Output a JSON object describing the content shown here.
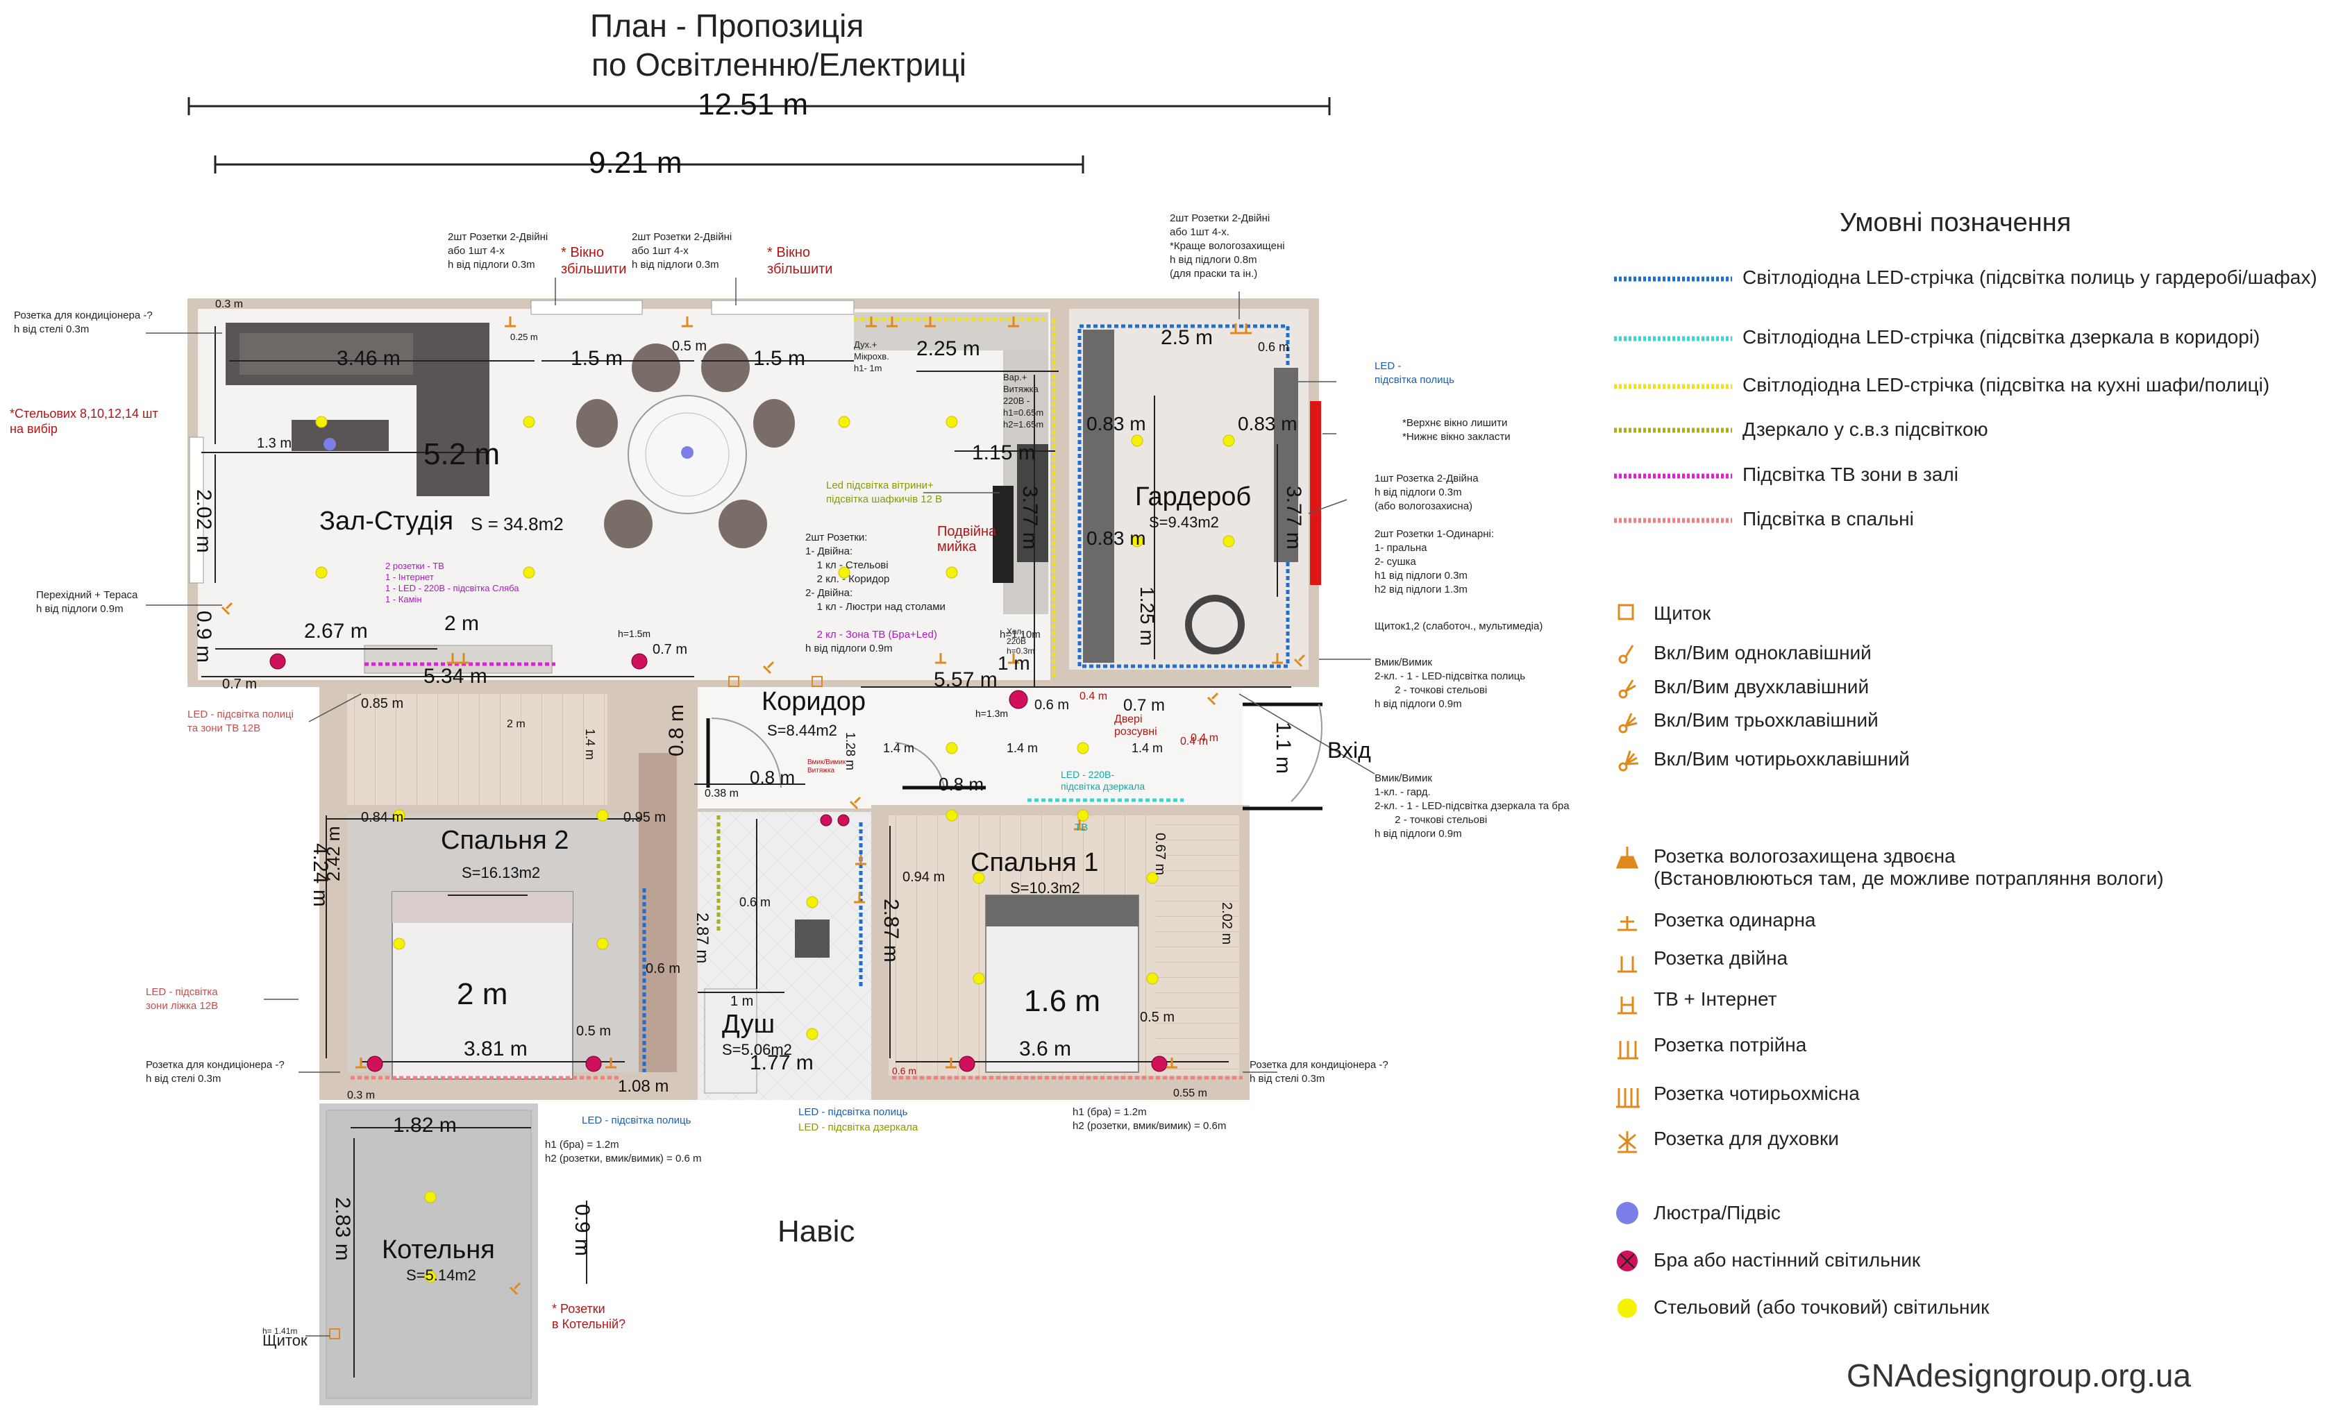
{
  "title": {
    "line1": "План - Пропозиція",
    "line2": "по Освітленню/Електриці"
  },
  "dims": {
    "overall": "12.51 m",
    "inner": "9.21 m",
    "d_346": "3.46 m",
    "d_15a": "1.5 m",
    "d_15b": "1.5 m",
    "d_225": "2.25 m",
    "d_25": "2.5 m",
    "d_52": "5.2 m",
    "d_13": "1.3 m",
    "d_202": "2.02 m",
    "d_09": "0.9 m",
    "d_267": "2.67 m",
    "d_2m": "2 m",
    "d_07a": "0.7 m",
    "d_07b": "0.7 m",
    "d_534": "5.34 m",
    "d_557": "5.57 m",
    "d_377a": "3.77 m",
    "d_115": "1.15 m",
    "d_083a": "0.83 m",
    "d_083b": "0.83 m",
    "d_083c": "0.83 m",
    "d_125": "1.25 m",
    "d_377b": "3.77 m",
    "d_1m": "1 m",
    "d_06": "0.6 m",
    "d_07c": "0.7 m",
    "d_08a": "0.8 m",
    "d_08b": "0.8 m",
    "d_08c": "0.8 m",
    "d_11": "1.1 m",
    "d_424": "4.24 m",
    "d_2m_bed": "2 m",
    "d_381": "3.81 m",
    "d_108": "1.08 m",
    "d_287a": "2.87 m",
    "d_287b": "2.87 m",
    "d_16": "1.6 m",
    "d_36": "3.6 m",
    "d_177": "1.77 m",
    "d_1m_b": "1 m",
    "d_182": "1.82 m",
    "d_283": "2.83 m",
    "d_09b": "0.9 m",
    "s_085": "0.85 m",
    "s_084": "0.84 m",
    "s_095": "0.95 m",
    "s_242": "2.42 m",
    "s_06": "0.6 m",
    "s_05": "0.5 m",
    "s_094": "0.94 m",
    "s_067": "0.67 m",
    "s_202": "2.02 m",
    "s_05b": "0.5 m",
    "s_055": "0.55 m",
    "s_14a": "1.4 m",
    "s_14b": "1.4 m",
    "s_14c": "1.4 m",
    "s_128": "1.28 m",
    "s_04a": "0.4 m",
    "s_04b": "0.4 m",
    "s_038": "0.38 m",
    "s_03": "0.3 m",
    "s_03b": "0.3 m",
    "s_025": "0.25 m",
    "s_05c": "0.5 m",
    "s_06b": "0.6 m",
    "s_06c": "0.6 m",
    "s_06d": "0.6 m",
    "s_04c": "0.4 m",
    "s_2m": "2 m",
    "s_14d": "1.4 m",
    "s_h15": "h=1.5m",
    "s_h13": "h=1.3m"
  },
  "rooms": {
    "living": {
      "name": "Зал-Студія",
      "area": "S = 34.8m2"
    },
    "wardrobe": {
      "name": "Гардероб",
      "area": "S=9.43m2"
    },
    "corridor": {
      "name": "Коридор",
      "area": "S=8.44m2"
    },
    "bedroom2": {
      "name": "Спальня 2",
      "area": "S=16.13m2"
    },
    "bedroom1": {
      "name": "Спальня 1",
      "area": "S=10.3m2"
    },
    "shower": {
      "name": "Душ",
      "area": "S=5.06m2"
    },
    "boiler": {
      "name": "Котельня",
      "area": "S=5.14m2"
    },
    "awning": {
      "name": "Навіс"
    },
    "entry": {
      "name": "Вхід"
    }
  },
  "notes": {
    "ac_top": "Розетка для кондиціонера -?\nh від стелі 0.3m",
    "ceiling_models": "*Стельовиx 8,10,12,14 шт\nна вибір",
    "terrace": "Перехідний + Тераса\nh від підлоги 0.9m",
    "led_tv": "LED - підсвітка полиці\nта зони ТВ 12В",
    "sock1": "2шт Розетки 2-Двійні\nабо 1шт 4-х\nh від підлоги 0.3m",
    "win1": "* Вікно\nзбільшити",
    "sock2": "2шт Розетки 2-Двійні\nабо 1шт 4-х\nh від підлоги 0.3m",
    "win2": "* Вікно\nзбільшити",
    "sock_wardrobe": "2шт Розетки 2-Двійні\nабо 1шт 4-х.\n*Краще вологозахищені\nh від підлоги 0.8m\n(для праски та ін.)",
    "led_shelves": "LED -\nпідсвітка полиць",
    "window_wardrobe": "*Верхнє вікно лишити\n*Нижнє вікно закласти",
    "sock_right": "1шт Розетка 2-Двійна\nh від підлоги 0.3m\n(або вологозахисна)",
    "sock_right2": "2шт Розетки 1-Одинарні:\n1- пральна\n2- сушка\nh1 від підлоги 0.3m\nh2 від підлоги 1.3m",
    "panel12": "Щиток1,2 (слаботоч., мультимедіа)",
    "switch1": "Вмик/Вимик\n2-кл. - 1 - LED-підсвітка полиць\n       2 - точкові стельові\nh від підлоги 0.9m",
    "switch2": "Вмик/Вимик\n1-кл. - гард.\n2-кл. - 1 - LED-підсвітка дзеркала та бра\n       2 - точкові стельові\nh від підлоги 0.9m",
    "tv_sockets": "2 розетки - ТВ\n1 - Інтернет\n1 - LED - 220В - підсвітка Сляба\n1 - Камін",
    "led_vitrine": "Led підсвітка вітрини+\nпідсвітка шафкичів 12 В",
    "sock_list": "2шт Розетки:\n1- Двійна:\n    1 кл - Стельові\n    2 кл. - Коридор\n2- Двійна:\n    1 кл - Люстри над столами",
    "sock_list_zone": "    2 кл - Зона ТВ (Бра+Led)",
    "sock_list_h": "h від підлоги 0.9m",
    "double_sink": "Подвійна\nмийка",
    "oven": "Дух.+\nМікрохв.\nh1- 1m",
    "hood": "Вар.+\nВитяжка\n220В -\nh1=0.65m\nh2=1.65m",
    "fridge": "Хол.\n220В\nh=0.3m",
    "h110": "h=1.10m",
    "doors": "Двері\nрозсувні",
    "led_mirror": "LED - 220В-\nпідсвітка дзеркала",
    "tv": "ТВ",
    "led_bed": "LED - підсвітка\nзони ліжка 12В",
    "ac_bed2": "Розетка для кондиціонера -?\nh від стелі 0.3m",
    "ac_bed1": "Розетка для кондиціонера -?\nh від стелі 0.3m",
    "led_shelves2": "LED - підсвітка полиць",
    "led_shelves3": "LED - підсвітка полиць",
    "led_mirror2": "LED - підсвітка дзеркала",
    "h_bra1": "h1 (бра) = 1.2m\nh2 (розетки, вмик/вимик) = 0.6 m",
    "h_bra2": "h1 (бра) = 1.2m\nh2 (розетки, вмик/вимик) = 0.6m",
    "boiler_sockets": "* Розетки\nв Котельній?",
    "panel_h": "h= 1.41m",
    "panel_label": "Щиток",
    "sw_small": "Вмик/Вимик\nВитяжка"
  },
  "legend": {
    "title": "Умовні позначення",
    "lines": [
      {
        "label": "Світлодіодна LED-стрічка (підсвітка полиць у гардеробі/шафах)",
        "color": "#1f6fd1"
      },
      {
        "label": "Світлодіодна LED-стрічка (підсвітка дзеркала в коридорі)",
        "color": "#3ad6d0"
      },
      {
        "label": "Світлодіодна LED-стрічка (підсвітка на кухні шафи/полиці)",
        "color": "#f0e020"
      },
      {
        "label": "Дзеркало у с.в.з підсвіткою",
        "color": "#a8b020"
      },
      {
        "label": "Підсвітка ТВ зони в залі",
        "color": "#e020d8"
      },
      {
        "label": "Підсвітка в спальні",
        "color": "#f08080"
      }
    ],
    "switches": [
      {
        "label": "Щиток",
        "icon": "panel-icon"
      },
      {
        "label": "Вкл/Вим одноклавішний",
        "icon": "switch-1-icon"
      },
      {
        "label": "Вкл/Вим двухклавішний",
        "icon": "switch-2-icon"
      },
      {
        "label": "Вкл/Вим трьохклавішний",
        "icon": "switch-3-icon"
      },
      {
        "label": "Вкл/Вим чотирьохклавішний",
        "icon": "switch-4-icon"
      }
    ],
    "sockets": [
      {
        "label": "Розетка вологозахищена здвоєна",
        "label2": "(Встановлюються там, де можливе потрапляння вологи)",
        "icon": "socket-waterproof-icon"
      },
      {
        "label": "Розетка одинарна",
        "icon": "socket-single-icon"
      },
      {
        "label": "Розетка двійна",
        "icon": "socket-double-icon"
      },
      {
        "label": "ТВ + Інтернет",
        "icon": "socket-tv-icon"
      },
      {
        "label": "Розетка потрійна",
        "icon": "socket-triple-icon"
      },
      {
        "label": "Розетка чотирьохмісна",
        "icon": "socket-quad-icon"
      },
      {
        "label": "Розетка для духовки",
        "icon": "socket-oven-icon"
      }
    ],
    "lights": [
      {
        "label": "Люстра/Підвіс",
        "icon": "chandelier-icon",
        "color": "#7b7ee6"
      },
      {
        "label": "Бра або настінний світильник",
        "icon": "sconce-icon",
        "color": "#d0105a"
      },
      {
        "label": "Стельовий (або точковий) світильник",
        "icon": "ceiling-light-icon",
        "color": "#f5f200"
      }
    ]
  },
  "website": "GNAdesigngroup.org.ua",
  "colors": {
    "wall": "#d9c9bd",
    "floor_living": "#f2f0ee",
    "floor_wood": "#e3d6ca",
    "floor_wood_line": "#cdbcae",
    "floor_tile": "#ececec",
    "floor_boiler": "#c9c9c9",
    "orange": "#e08a1e",
    "ceiling_light": "#f5f200",
    "red_bar": "#e01515"
  }
}
